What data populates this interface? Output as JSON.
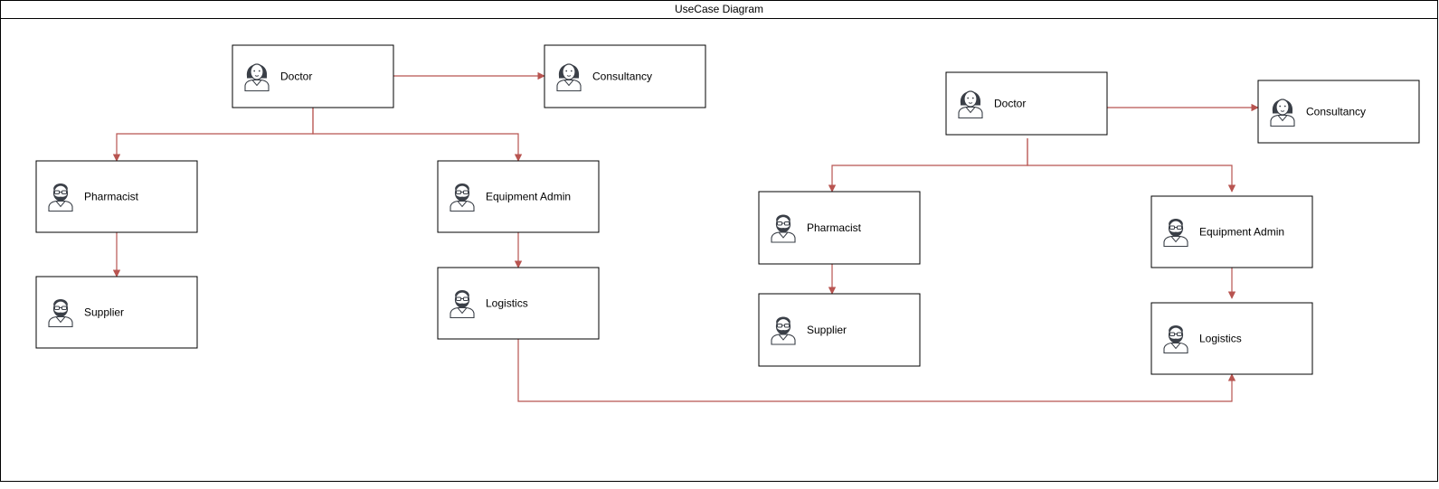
{
  "diagram": {
    "title": "UseCase Diagram",
    "colors": {
      "edge": "#b85450",
      "border": "#000000",
      "icon": "#3a3f47"
    },
    "nodes": [
      {
        "id": "doctor-1",
        "label": "Doctor",
        "icon": "female-person-icon"
      },
      {
        "id": "consultancy-1",
        "label": "Consultancy",
        "icon": "female-person-icon"
      },
      {
        "id": "pharmacist-1",
        "label": "Pharmacist",
        "icon": "male-person-icon"
      },
      {
        "id": "equipment-admin-1",
        "label": "Equipment Admin",
        "icon": "male-person-icon"
      },
      {
        "id": "supplier-1",
        "label": "Supplier",
        "icon": "male-person-icon"
      },
      {
        "id": "logistics-1",
        "label": "Logistics",
        "icon": "male-person-icon"
      },
      {
        "id": "doctor-2",
        "label": "Doctor",
        "icon": "female-person-icon"
      },
      {
        "id": "consultancy-2",
        "label": "Consultancy",
        "icon": "female-person-icon"
      },
      {
        "id": "pharmacist-2",
        "label": "Pharmacist",
        "icon": "male-person-icon"
      },
      {
        "id": "equipment-admin-2",
        "label": "Equipment Admin",
        "icon": "male-person-icon"
      },
      {
        "id": "supplier-2",
        "label": "Supplier",
        "icon": "male-person-icon"
      },
      {
        "id": "logistics-2",
        "label": "Logistics",
        "icon": "male-person-icon"
      }
    ],
    "edges": [
      {
        "from": "doctor-1",
        "to": "consultancy-1"
      },
      {
        "from": "doctor-1",
        "to": "pharmacist-1"
      },
      {
        "from": "doctor-1",
        "to": "equipment-admin-1"
      },
      {
        "from": "pharmacist-1",
        "to": "supplier-1"
      },
      {
        "from": "equipment-admin-1",
        "to": "logistics-1"
      },
      {
        "from": "logistics-1",
        "to": "logistics-2"
      },
      {
        "from": "doctor-2",
        "to": "consultancy-2"
      },
      {
        "from": "doctor-2",
        "to": "pharmacist-2"
      },
      {
        "from": "doctor-2",
        "to": "equipment-admin-2"
      },
      {
        "from": "pharmacist-2",
        "to": "supplier-2"
      },
      {
        "from": "equipment-admin-2",
        "to": "logistics-2"
      }
    ]
  }
}
